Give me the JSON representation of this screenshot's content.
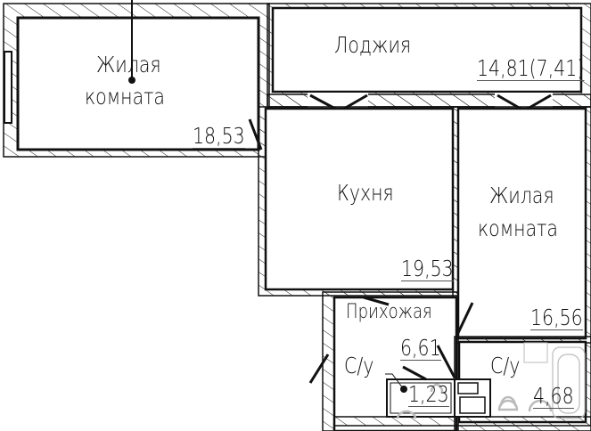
{
  "plan": {
    "rooms": [
      {
        "id": "living1",
        "name_line1": "Жилая",
        "name_line2": "комната",
        "area": "18,53"
      },
      {
        "id": "loggia",
        "name": "Лоджия",
        "area": "14,81(7,41)"
      },
      {
        "id": "kitchen",
        "name": "Кухня",
        "area": "19,53"
      },
      {
        "id": "living2",
        "name_line1": "Жилая",
        "name_line2": "комната",
        "area": "16,56"
      },
      {
        "id": "hallway",
        "name": "Прихожая",
        "area": "6,61"
      },
      {
        "id": "wc1",
        "name": "С/у",
        "area": "1,23"
      },
      {
        "id": "wc2",
        "name": "С/у",
        "area": "4,68"
      }
    ],
    "colors": {
      "wall": "#111111",
      "hatch": "#222222",
      "fixture": "#bdbdbd",
      "background": "#ffffff"
    }
  }
}
